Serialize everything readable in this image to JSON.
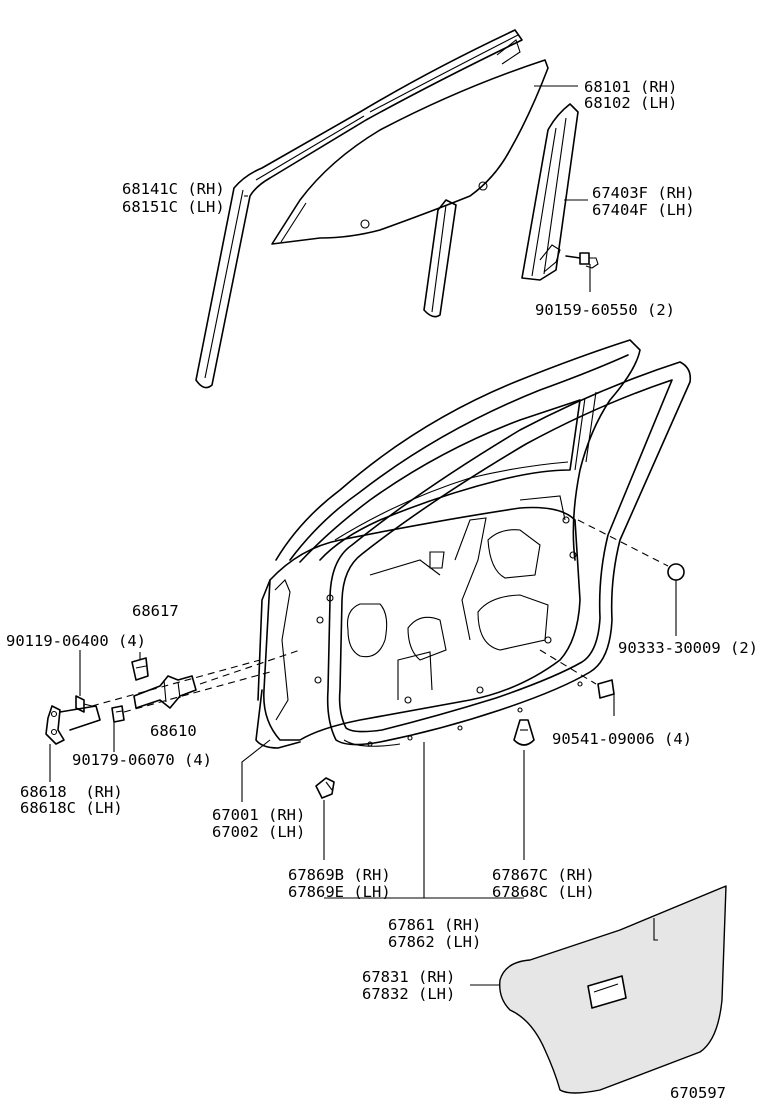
{
  "diagram_code": "670597",
  "parts": [
    {
      "id": "glass",
      "lines": [
        "68101 (RH)",
        "68102 (LH)"
      ]
    },
    {
      "id": "glass-run",
      "lines": [
        "68141C (RH)",
        "68151C (LH)"
      ]
    },
    {
      "id": "rear-channel",
      "lines": [
        "67403F (RH)",
        "67404F (LH)"
      ]
    },
    {
      "id": "channel-bolt",
      "lines": [
        "90159-60550 (2)"
      ]
    },
    {
      "id": "hinge-bolt",
      "lines": [
        "90119-06400 (4)"
      ]
    },
    {
      "id": "hinge-pin",
      "lines": [
        "68617"
      ]
    },
    {
      "id": "check-assy",
      "lines": [
        "68610"
      ]
    },
    {
      "id": "check-bolt",
      "lines": [
        "90179-06070 (4)"
      ]
    },
    {
      "id": "hinge",
      "lines": [
        "68618  (RH)",
        "68618C (LH)"
      ]
    },
    {
      "id": "hole-plug",
      "lines": [
        "90333-30009 (2)"
      ]
    },
    {
      "id": "cushion",
      "lines": [
        "90541-09006 (4)"
      ]
    },
    {
      "id": "door-panel",
      "lines": [
        "67001 (RH)",
        "67002 (LH)"
      ]
    },
    {
      "id": "clip-a",
      "lines": [
        "67869B (RH)",
        "67869E (LH)"
      ]
    },
    {
      "id": "clip-b",
      "lines": [
        "67867C (RH)",
        "67868C (LH)"
      ]
    },
    {
      "id": "weatherstrip",
      "lines": [
        "67861 (RH)",
        "67862 (LH)"
      ]
    },
    {
      "id": "trim-board",
      "lines": [
        "67831 (RH)",
        "67832 (LH)"
      ]
    }
  ]
}
